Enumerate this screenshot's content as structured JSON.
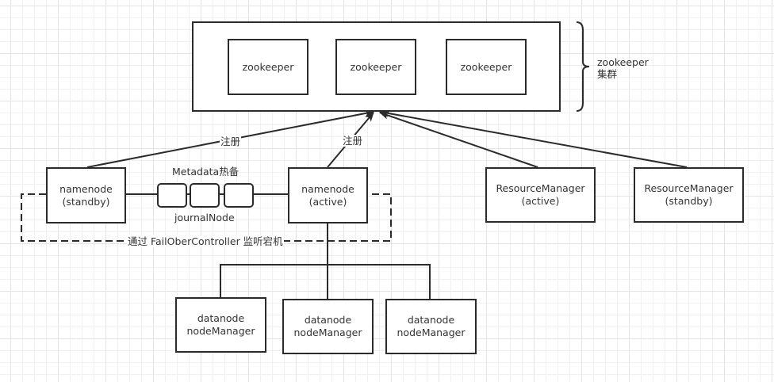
{
  "zookeeper_cluster": {
    "nodes": [
      "zookeeper",
      "zookeeper",
      "zookeeper"
    ],
    "brace_label_line1": "zookeeper",
    "brace_label_line2": "集群"
  },
  "namenodes": {
    "standby": {
      "line1": "namenode",
      "line2": "(standby)"
    },
    "active": {
      "line1": "namenode",
      "line2": "(active)"
    }
  },
  "register_labels": [
    "注册",
    "注册"
  ],
  "journal": {
    "top_label": "Metadata热备",
    "bottom_label": "journalNode",
    "node_count": 3
  },
  "failover_label": "通过 FailOberController 监听宕机",
  "resource_managers": {
    "active": {
      "line1": "ResourceManager",
      "line2": "(active)"
    },
    "standby": {
      "line1": "ResourceManager",
      "line2": "(standby)"
    }
  },
  "datanodes": [
    {
      "line1": "datanode",
      "line2": "nodeManager"
    },
    {
      "line1": "datanode",
      "line2": "nodeManager"
    },
    {
      "line1": "datanode",
      "line2": "nodeManager"
    }
  ],
  "colors": {
    "stroke": "#2b2b2b",
    "text": "#333333",
    "grid": "#e4e4e4"
  }
}
